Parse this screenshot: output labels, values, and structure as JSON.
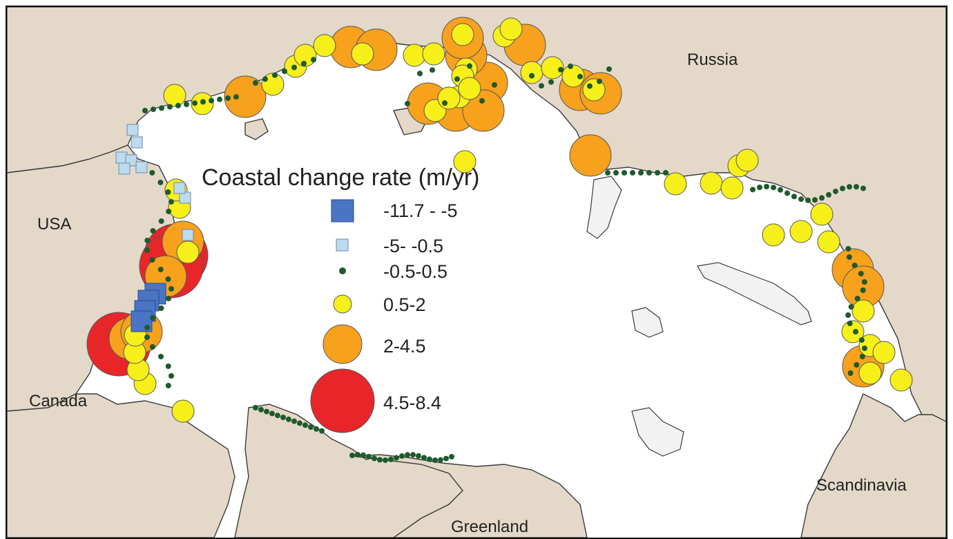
{
  "legend": {
    "title": "Coastal change rate (m/yr)",
    "classes": [
      {
        "label": "-11.7 - -5",
        "shape": "square",
        "color": "#4a74c4"
      },
      {
        "label": "-5- -0.5",
        "shape": "square",
        "color": "#bcdcee"
      },
      {
        "label": "-0.5-0.5",
        "shape": "circle",
        "color": "#1e5a2c"
      },
      {
        "label": "0.5-2",
        "shape": "circle",
        "color": "#f7ef1a"
      },
      {
        "label": "2-4.5",
        "shape": "circle",
        "color": "#f7a11d"
      },
      {
        "label": "4.5-8.4",
        "shape": "circle",
        "color": "#e8262a"
      }
    ]
  },
  "regions": {
    "russia": "Russia",
    "usa": "USA",
    "canada": "Canada",
    "greenland": "Greenland",
    "scandinavia": "Scandinavia"
  },
  "colors": {
    "land": "#e4d9c9",
    "ocean": "#ffffff",
    "coastline": "#3a3a3a"
  }
}
